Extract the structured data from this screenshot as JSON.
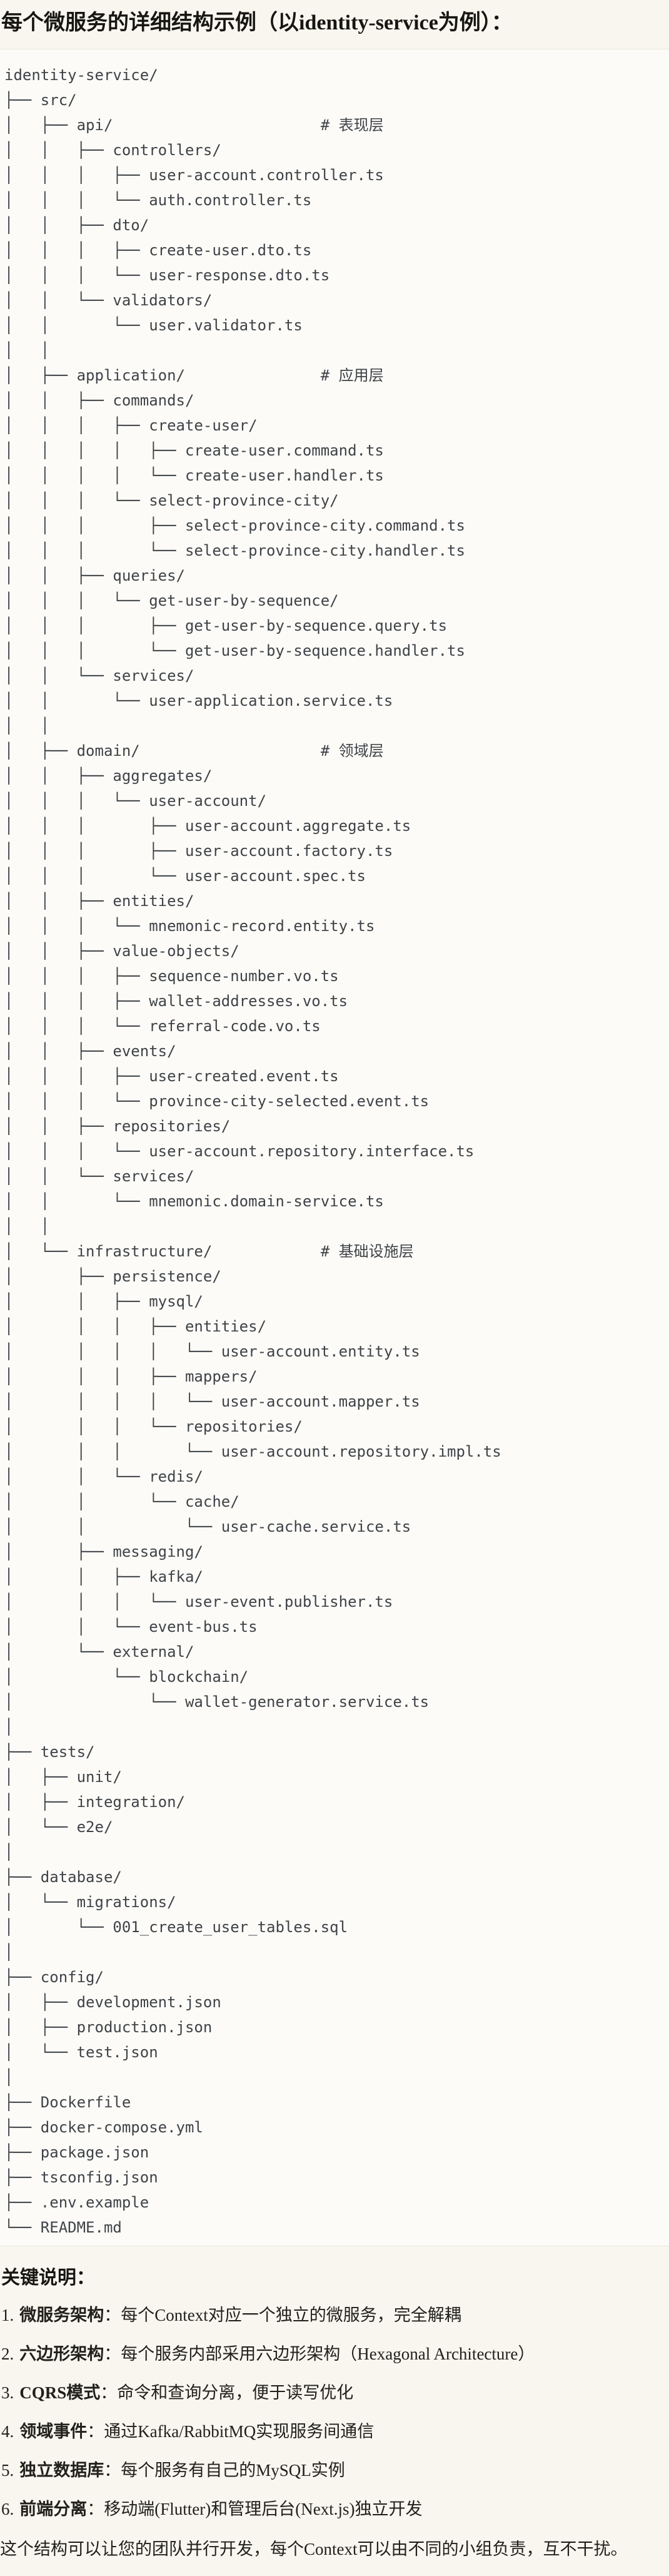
{
  "title": "每个微服务的详细结构示例（以identity-service为例）：",
  "tree_lines": [
    "identity-service/",
    "├── src/",
    "│   ├── api/                       # 表现层",
    "│   │   ├── controllers/",
    "│   │   │   ├── user-account.controller.ts",
    "│   │   │   └── auth.controller.ts",
    "│   │   ├── dto/",
    "│   │   │   ├── create-user.dto.ts",
    "│   │   │   └── user-response.dto.ts",
    "│   │   └── validators/",
    "│   │       └── user.validator.ts",
    "│   │",
    "│   ├── application/               # 应用层",
    "│   │   ├── commands/",
    "│   │   │   ├── create-user/",
    "│   │   │   │   ├── create-user.command.ts",
    "│   │   │   │   └── create-user.handler.ts",
    "│   │   │   └── select-province-city/",
    "│   │   │       ├── select-province-city.command.ts",
    "│   │   │       └── select-province-city.handler.ts",
    "│   │   ├── queries/",
    "│   │   │   └── get-user-by-sequence/",
    "│   │   │       ├── get-user-by-sequence.query.ts",
    "│   │   │       └── get-user-by-sequence.handler.ts",
    "│   │   └── services/",
    "│   │       └── user-application.service.ts",
    "│   │",
    "│   ├── domain/                    # 领域层",
    "│   │   ├── aggregates/",
    "│   │   │   └── user-account/",
    "│   │   │       ├── user-account.aggregate.ts",
    "│   │   │       ├── user-account.factory.ts",
    "│   │   │       └── user-account.spec.ts",
    "│   │   ├── entities/",
    "│   │   │   └── mnemonic-record.entity.ts",
    "│   │   ├── value-objects/",
    "│   │   │   ├── sequence-number.vo.ts",
    "│   │   │   ├── wallet-addresses.vo.ts",
    "│   │   │   └── referral-code.vo.ts",
    "│   │   ├── events/",
    "│   │   │   ├── user-created.event.ts",
    "│   │   │   └── province-city-selected.event.ts",
    "│   │   ├── repositories/",
    "│   │   │   └── user-account.repository.interface.ts",
    "│   │   └── services/",
    "│   │       └── mnemonic.domain-service.ts",
    "│   │",
    "│   └── infrastructure/            # 基础设施层",
    "│       ├── persistence/",
    "│       │   ├── mysql/",
    "│       │   │   ├── entities/",
    "│       │   │   │   └── user-account.entity.ts",
    "│       │   │   ├── mappers/",
    "│       │   │   │   └── user-account.mapper.ts",
    "│       │   │   └── repositories/",
    "│       │   │       └── user-account.repository.impl.ts",
    "│       │   └── redis/",
    "│       │       └── cache/",
    "│       │           └── user-cache.service.ts",
    "│       ├── messaging/",
    "│       │   ├── kafka/",
    "│       │   │   └── user-event.publisher.ts",
    "│       │   └── event-bus.ts",
    "│       └── external/",
    "│           └── blockchain/",
    "│               └── wallet-generator.service.ts",
    "│",
    "├── tests/",
    "│   ├── unit/",
    "│   ├── integration/",
    "│   └── e2e/",
    "│",
    "├── database/",
    "│   └── migrations/",
    "│       └── 001_create_user_tables.sql",
    "│",
    "├── config/",
    "│   ├── development.json",
    "│   ├── production.json",
    "│   └── test.json",
    "│",
    "├── Dockerfile",
    "├── docker-compose.yml",
    "├── package.json",
    "├── tsconfig.json",
    "├── .env.example",
    "└── README.md"
  ],
  "notes": {
    "heading": "关键说明：",
    "colon": "：",
    "items": [
      {
        "num": "1.",
        "label": "微服务架构",
        "text": "每个Context对应一个独立的微服务，完全解耦"
      },
      {
        "num": "2.",
        "label": "六边形架构",
        "text": "每个服务内部采用六边形架构（Hexagonal Architecture）"
      },
      {
        "num": "3.",
        "label": "CQRS模式",
        "text": "命令和查询分离，便于读写优化"
      },
      {
        "num": "4.",
        "label": "领域事件",
        "text": "通过Kafka/RabbitMQ实现服务间通信"
      },
      {
        "num": "5.",
        "label": "独立数据库",
        "text": "每个服务有自己的MySQL实例"
      },
      {
        "num": "6.",
        "label": "前端分离",
        "text": "移动端(Flutter)和管理后台(Next.js)独立开发"
      }
    ],
    "footer": "这个结构可以让您的团队并行开发，每个Context可以由不同的小组负责，互不干扰。"
  }
}
